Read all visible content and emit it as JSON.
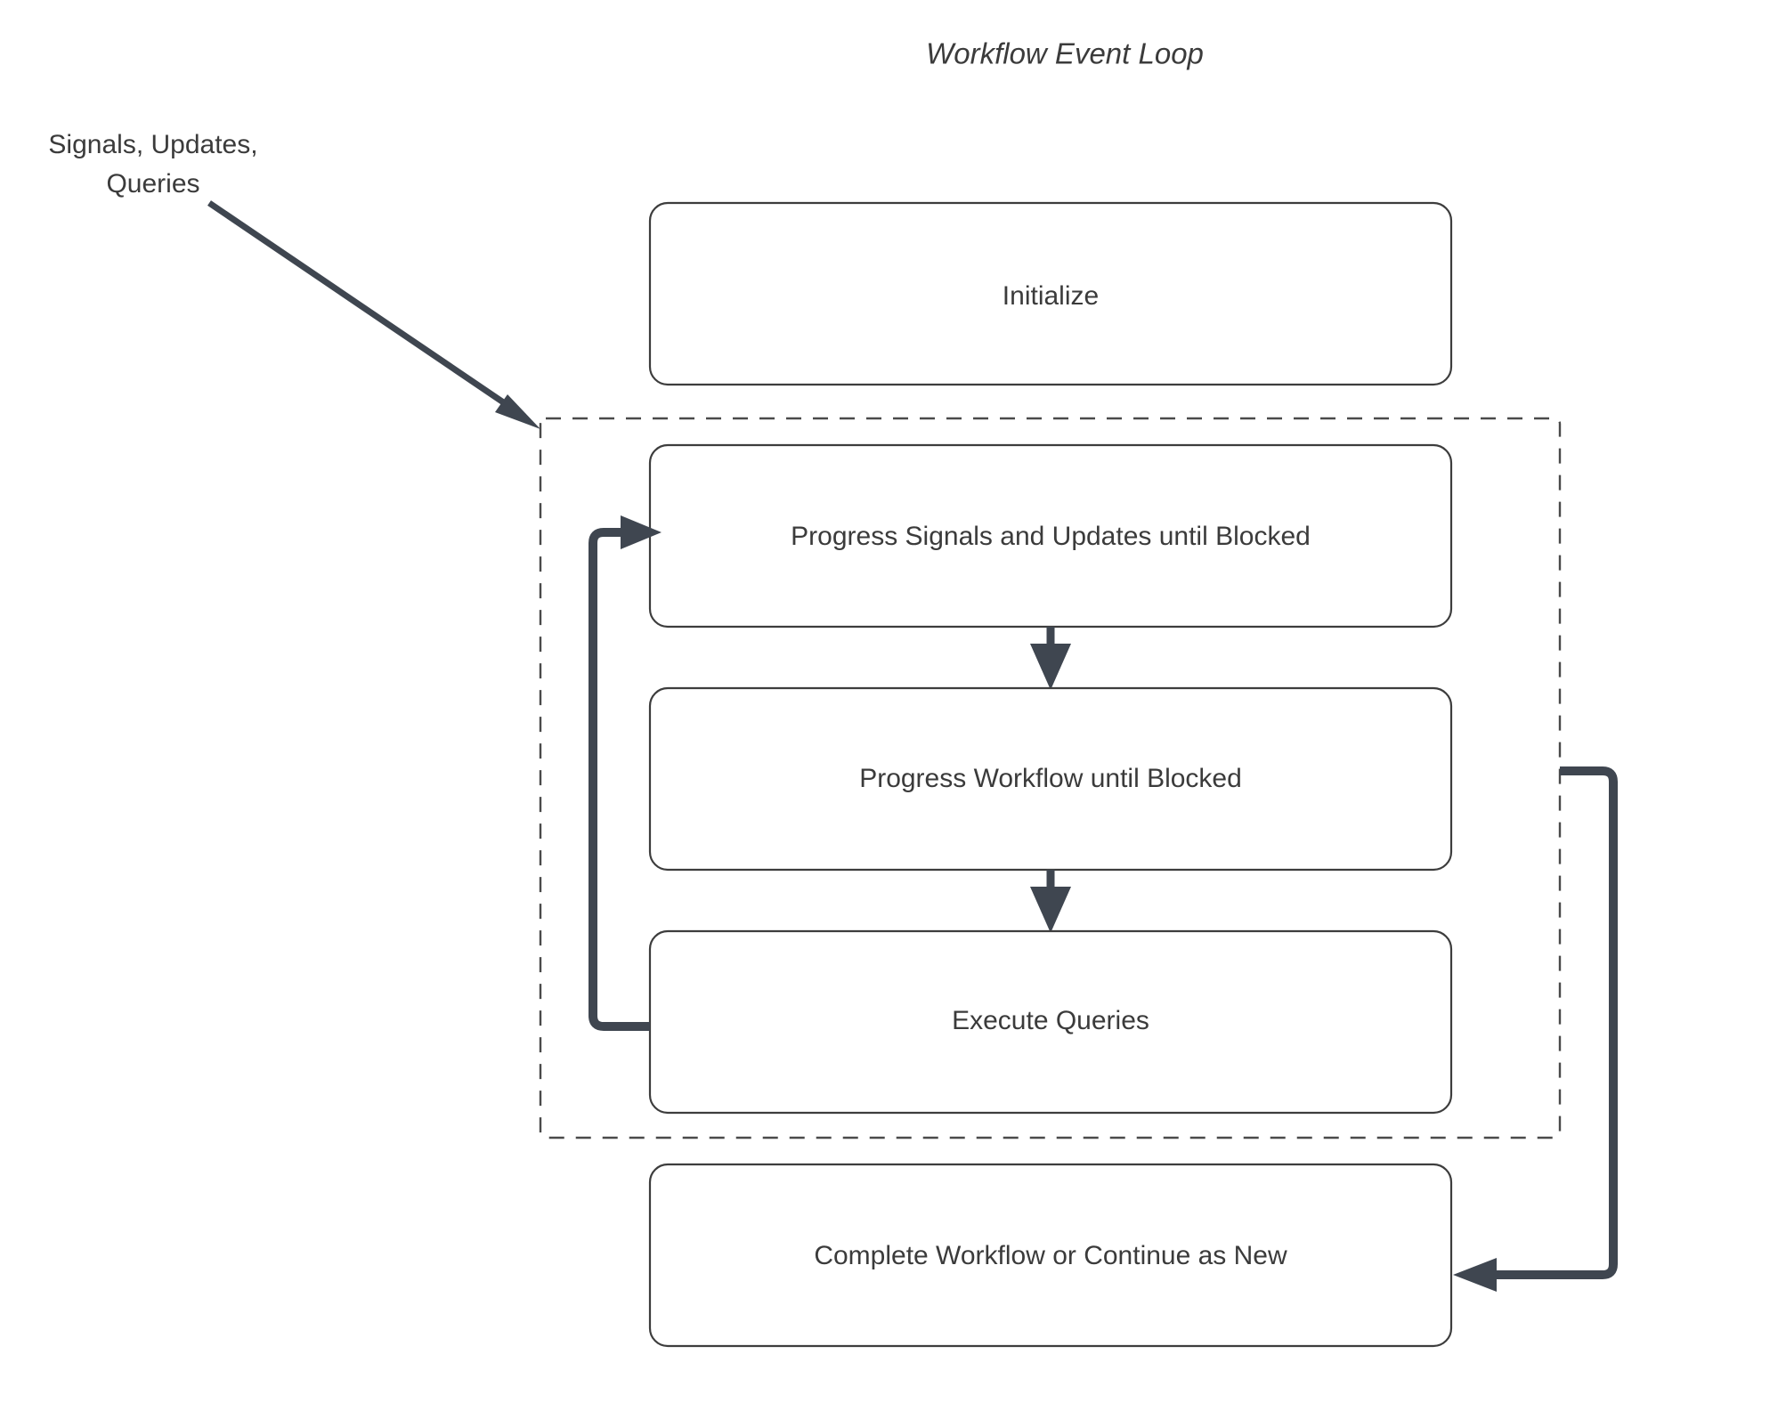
{
  "diagram": {
    "title": "Workflow Event Loop",
    "colors": {
      "node_stroke": "#3d3d3d",
      "node_fill": "#ffffff",
      "edge": "#3f4650",
      "text": "#3b3b3b",
      "dashed_frame": "#4a4a4a",
      "background": "#ffffff"
    },
    "external_label": {
      "line1": "Signals, Updates,",
      "line2": "Queries"
    },
    "nodes": [
      {
        "id": "initialize",
        "label": "Initialize"
      },
      {
        "id": "progress-signals",
        "label": "Progress Signals and Updates until Blocked"
      },
      {
        "id": "progress-workflow",
        "label": "Progress Workflow until Blocked"
      },
      {
        "id": "execute-queries",
        "label": "Execute Queries"
      },
      {
        "id": "complete-workflow",
        "label": "Complete Workflow or Continue as New"
      }
    ],
    "loop_group": {
      "style": "dashed",
      "contains": [
        "progress-signals",
        "progress-workflow",
        "execute-queries"
      ]
    },
    "edges": [
      {
        "from": "external-input",
        "to": "loop-group",
        "style": "solid-arrow"
      },
      {
        "from": "progress-signals",
        "to": "progress-workflow",
        "style": "solid-arrow"
      },
      {
        "from": "progress-workflow",
        "to": "execute-queries",
        "style": "solid-arrow"
      },
      {
        "from": "execute-queries",
        "to": "progress-signals",
        "style": "loop-back-left"
      },
      {
        "from": "loop-group",
        "to": "complete-workflow",
        "style": "loop-exit-right"
      }
    ]
  }
}
